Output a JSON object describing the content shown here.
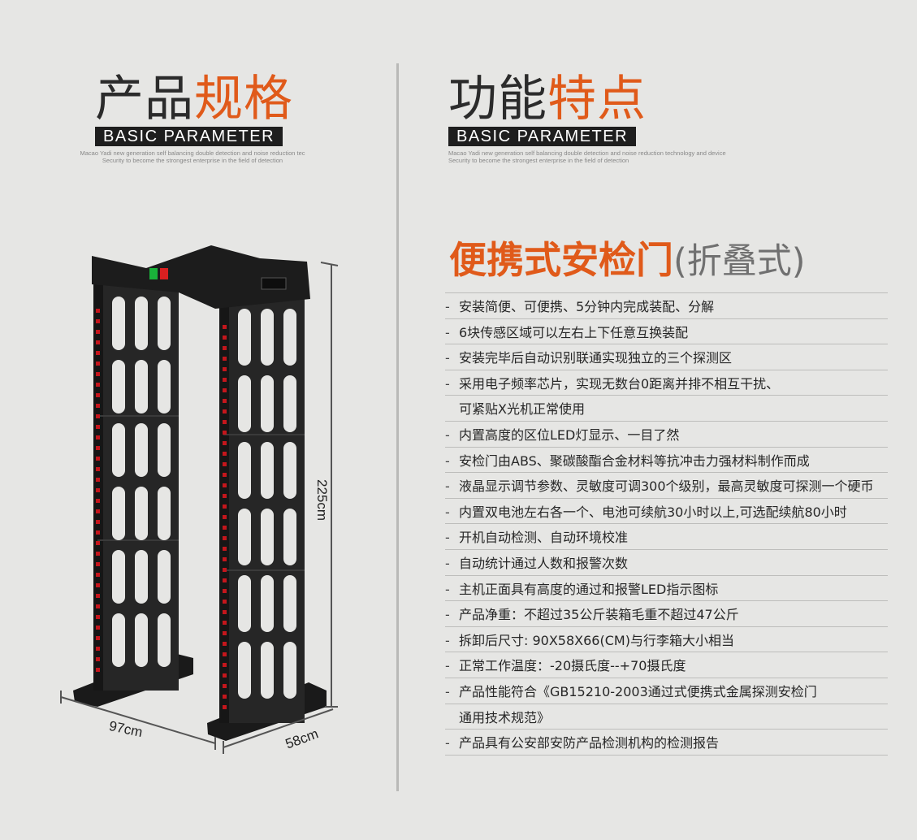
{
  "left_heading": {
    "title_dark": "产品",
    "title_accent": "规格",
    "badge": "BASIC PARAMETER",
    "sub_line1": "Macao Yadi new generation self balancing double detection and noise reduction tec",
    "sub_line2": "Security to become the strongest enterprise in the field of detection"
  },
  "right_heading": {
    "title_dark": "功能",
    "title_accent": "特点",
    "badge": "BASIC PARAMETER",
    "sub_line1": "Macao Yadi new generation self balancing double detection and noise reduction technology and device",
    "sub_line2": "Security to become the strongest enterprise in the field of detection"
  },
  "product": {
    "name": "便携式安检门",
    "suffix": "(折叠式)"
  },
  "dimensions": {
    "height": "225cm",
    "width": "97cm",
    "depth": "58cm"
  },
  "features": [
    {
      "dash": "-",
      "text": "安装简便、可便携、5分钟内完成装配、分解"
    },
    {
      "dash": "-",
      "text": "6块传感区域可以左右上下任意互换装配"
    },
    {
      "dash": "-",
      "text": "安装完毕后自动识别联通实现独立的三个探测区"
    },
    {
      "dash": "-",
      "text": "采用电子频率芯片，实现无数台0距离并排不相互干扰、"
    },
    {
      "dash": "",
      "text": "可紧贴X光机正常使用"
    },
    {
      "dash": "-",
      "text": "内置高度的区位LED灯显示、一目了然"
    },
    {
      "dash": "-",
      "text": "安检门由ABS、聚碳酸酯合金材料等抗冲击力强材料制作而成"
    },
    {
      "dash": "-",
      "text": "液晶显示调节参数、灵敏度可调300个级别，最高灵敏度可探测一个硬币"
    },
    {
      "dash": "-",
      "text": "内置双电池左右各一个、电池可续航30小时以上,可选配续航80小时"
    },
    {
      "dash": "-",
      "text": "开机自动检测、自动环境校准"
    },
    {
      "dash": "-",
      "text": "自动统计通过人数和报警次数"
    },
    {
      "dash": "-",
      "text": "主机正面具有高度的通过和报警LED指示图标"
    },
    {
      "dash": "-",
      "text": "产品净重：不超过35公斤装箱毛重不超过47公斤"
    },
    {
      "dash": "-",
      "text": "拆卸后尺寸: 90X58X66(CM)与行李箱大小相当"
    },
    {
      "dash": "-",
      "text": "正常工作温度：-20摄氏度--+70摄氏度"
    },
    {
      "dash": "-",
      "text": "产品性能符合《GB15210-2003通过式便携式金属探测安检门"
    },
    {
      "dash": "",
      "text": "通用技术规范》"
    },
    {
      "dash": "-",
      "text": "产品具有公安部安防产品检测机构的检测报告"
    }
  ],
  "colors": {
    "background": "#e6e6e4",
    "accent": "#e05a1a",
    "badge_bg": "#1e1e1e",
    "rule": "#bdbdbb"
  }
}
